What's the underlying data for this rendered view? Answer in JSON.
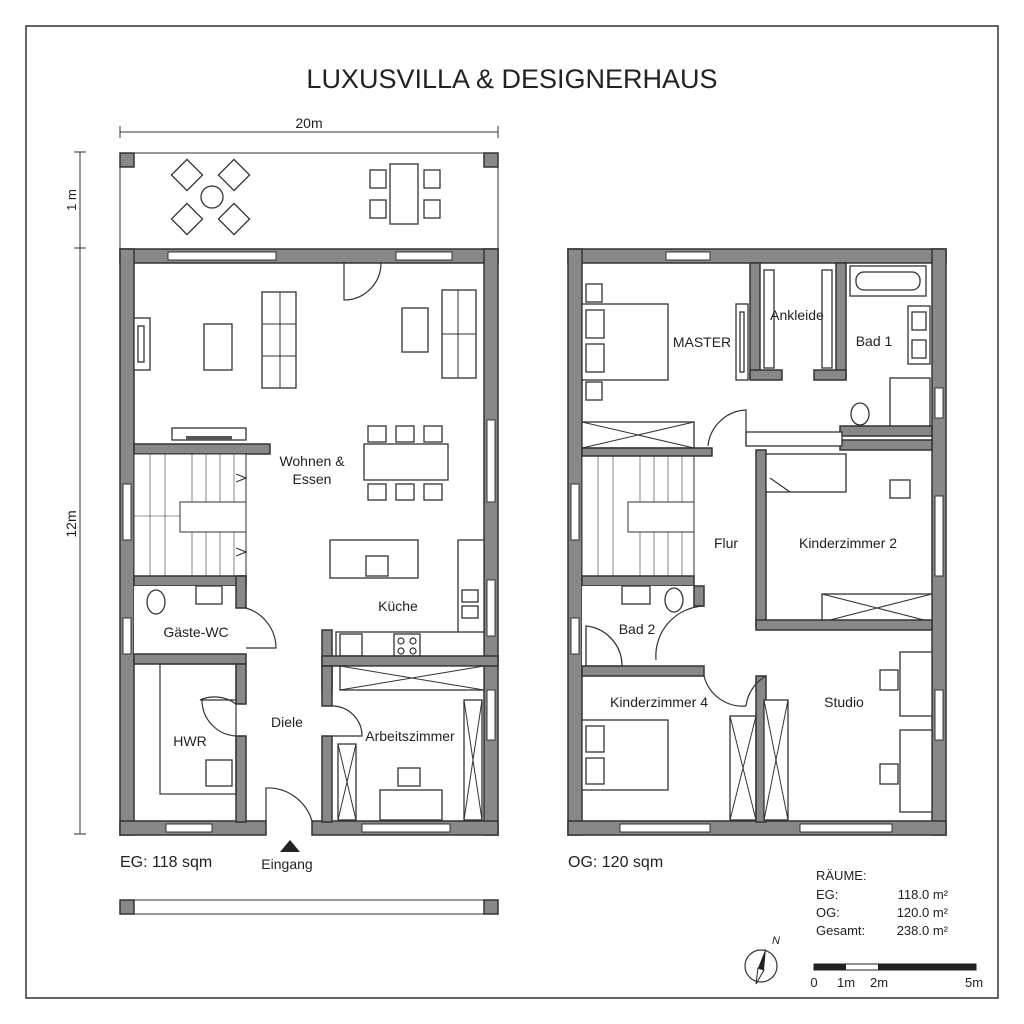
{
  "title": "LUXUSVILLA & DESIGNERHAUS",
  "dimensions": {
    "width": "20m",
    "top": "1 m",
    "height": "12m"
  },
  "ground_floor": {
    "rooms": {
      "wohnen": "Wohnen &",
      "essen": "Essen",
      "kueche": "Küche",
      "gaeste_wc": "Gäste-WC",
      "hwr": "HWR",
      "diele": "Diele",
      "arbeitszimmer": "Arbeitszimmer"
    },
    "entrance": "Eingang",
    "area_label": "EG: 118 sqm"
  },
  "upper_floor": {
    "rooms": {
      "master": "MASTER",
      "ankleide": "Ankleide",
      "bad1": "Bad 1",
      "flur": "Flur",
      "kinder2": "Kinderzimmer 2",
      "bad2": "Bad 2",
      "kinder4": "Kinderzimmer 4",
      "studio": "Studio"
    },
    "area_label": "OG: 120 sqm"
  },
  "summary": {
    "heading": "RÄUME:",
    "rows": [
      {
        "label": "EG:",
        "value": "118.0 m²"
      },
      {
        "label": "OG:",
        "value": "120.0 m²"
      },
      {
        "label": "Gesamt:",
        "value": "238.0 m²"
      }
    ]
  },
  "compass": "N",
  "scale_bar": [
    "0",
    "1m",
    "2m",
    "5m"
  ]
}
